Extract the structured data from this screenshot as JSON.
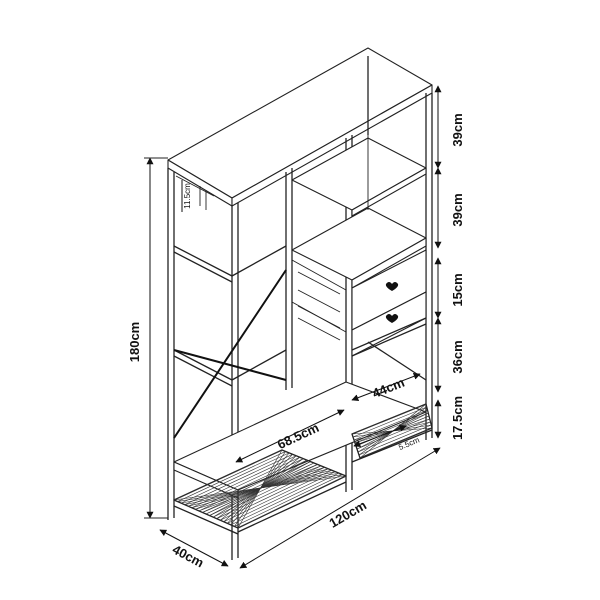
{
  "dimensions": {
    "height_total": "180cm",
    "width_total": "120cm",
    "depth": "40cm",
    "section_top": "39cm",
    "section_upper": "39cm",
    "section_drawers": "15cm",
    "section_lower": "36cm",
    "section_bottom": "17.5cm",
    "inner_width": "68.5cm",
    "inner_depth": "44cm",
    "hook_gap": "11.5cm",
    "mesh_gap": "5.5cm"
  }
}
